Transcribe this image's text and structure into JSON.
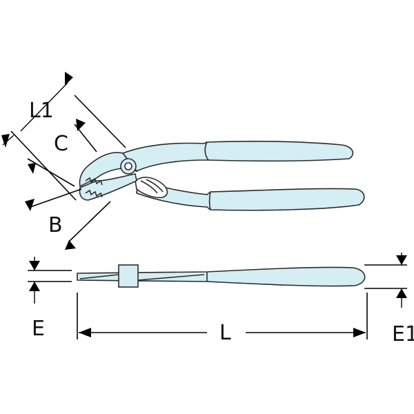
{
  "labels": {
    "L1": "L1",
    "C": "C",
    "B": "B",
    "E": "E",
    "L": "L",
    "E1": "E1"
  },
  "colors": {
    "tool_fill": "#d4eef3",
    "tool_stroke": "#2a2a2a",
    "dimension_line": "#000000",
    "background": "#ffffff"
  }
}
